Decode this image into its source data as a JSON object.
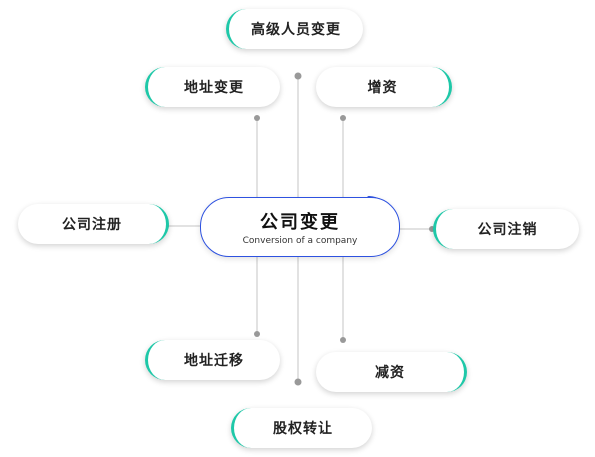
{
  "center": {
    "title": "公司变更",
    "subtitle": "Conversion of a company"
  },
  "nodes": [
    {
      "label": "高级人员变更"
    },
    {
      "label": "地址变更"
    },
    {
      "label": "增资"
    },
    {
      "label": "公司注册"
    },
    {
      "label": "公司注销"
    },
    {
      "label": "地址迁移"
    },
    {
      "label": "减资"
    },
    {
      "label": "股权转让"
    }
  ],
  "colors": {
    "accent": "#1ec8a8",
    "hub_border": "#2e52e0",
    "line": "#b8b8b8",
    "dot": "#999999"
  }
}
